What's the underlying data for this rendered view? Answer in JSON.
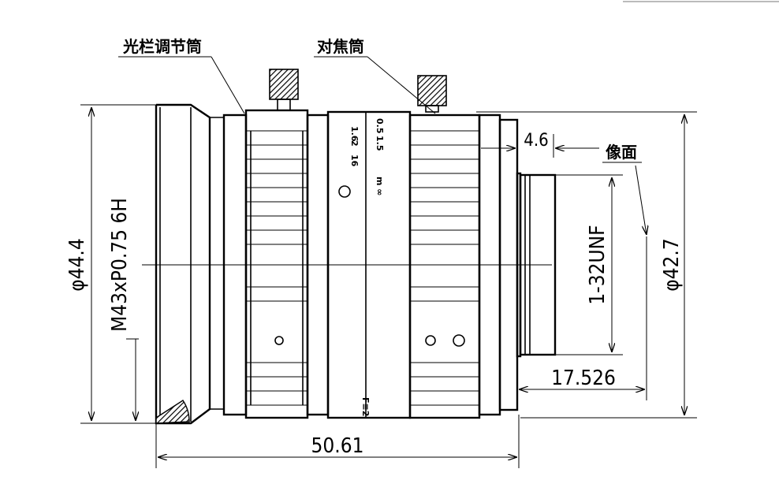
{
  "labels": {
    "aperture_ring": "光栏调节筒",
    "focus_ring": "对焦筒",
    "image_plane": "像面"
  },
  "dimensions": {
    "outer_diameter": "φ44.4",
    "front_thread": "M43xP0.75 6H",
    "length": "50.61",
    "flange_gap": "4.6",
    "mount_thread": "1-32UNF",
    "back_focus": "17.526",
    "rear_diameter": "φ42.7"
  },
  "colors": {
    "line": "#000000",
    "background": "#ffffff",
    "knob_hatch": "#555555"
  }
}
